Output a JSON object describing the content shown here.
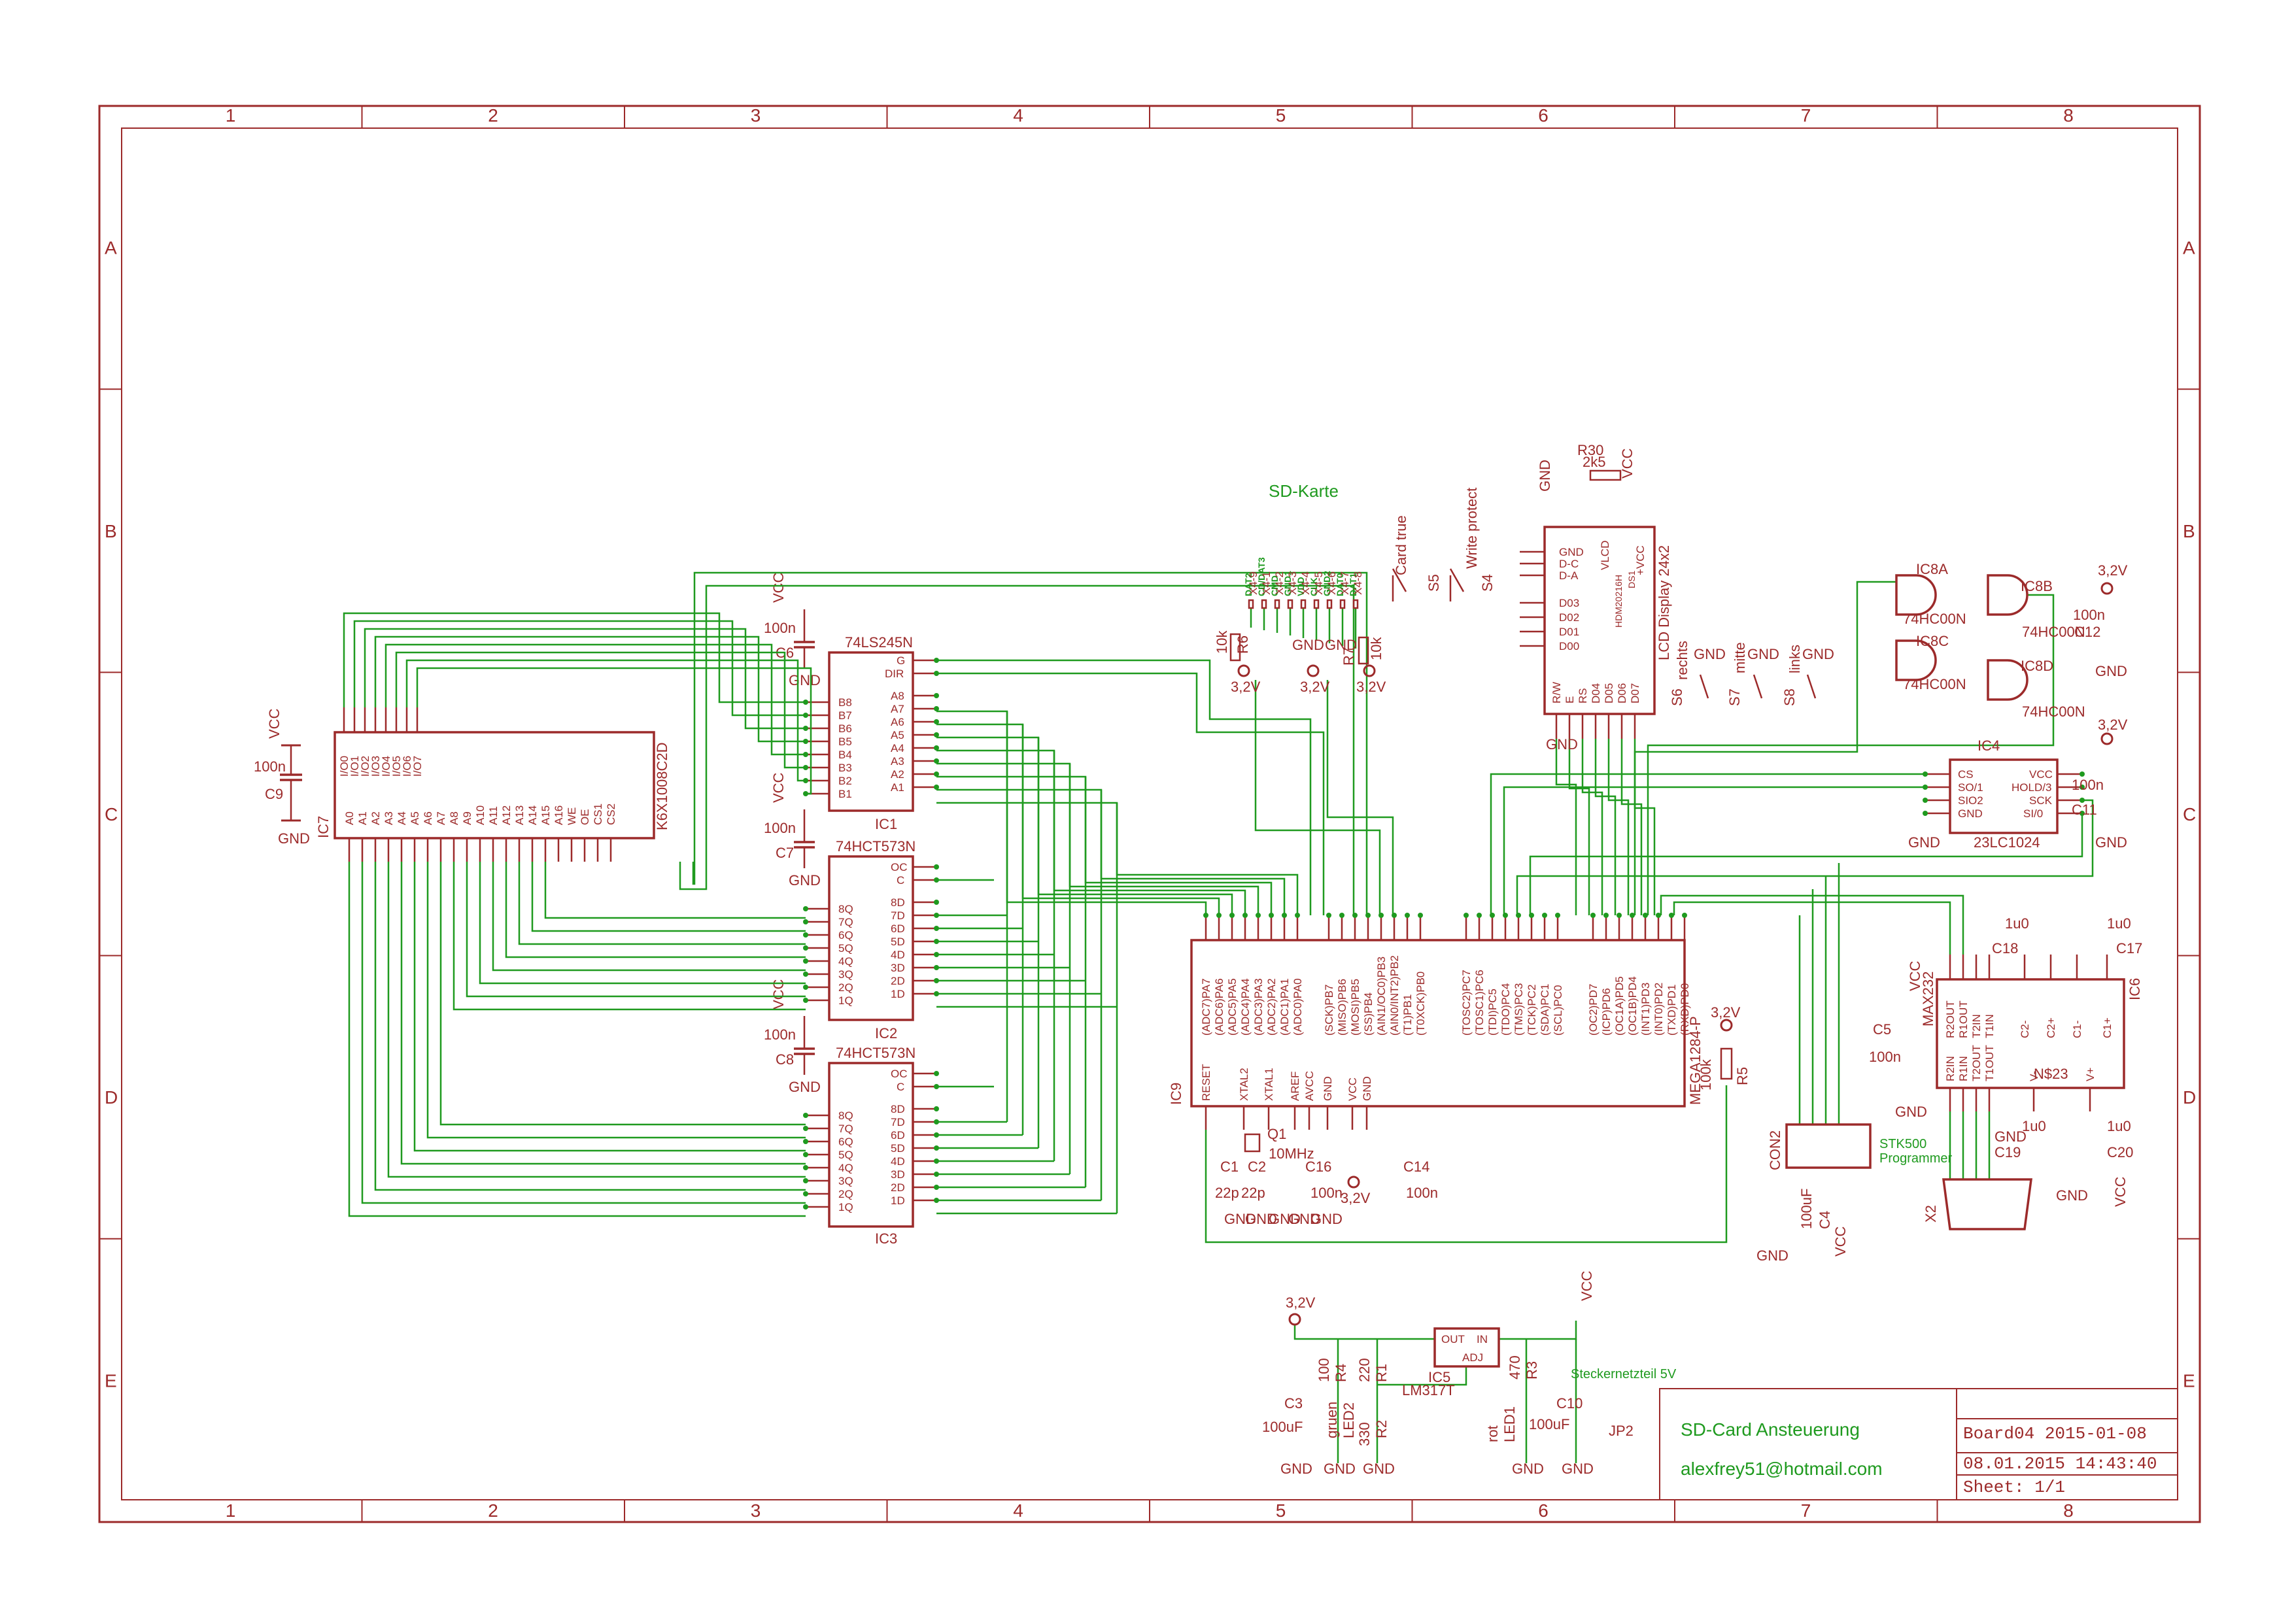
{
  "frame": {
    "columns": [
      "1",
      "2",
      "3",
      "4",
      "5",
      "6",
      "7",
      "8"
    ],
    "rows": [
      "A",
      "B",
      "C",
      "D",
      "E"
    ]
  },
  "title_block": {
    "title": "SD-Card Ansteuerung",
    "email": "alexfrey51@hotmail.com",
    "board": "Board04 2015-01-08",
    "date": "08.01.2015 14:43:40",
    "sheet": "Sheet: 1/1"
  },
  "labels": {
    "sd_karte": "SD-Karte",
    "stk500": "STK500",
    "programmer": "Programmer",
    "steckernetzteil": "Steckernetzteil 5V",
    "card_true": "Card true",
    "write_protect": "Write protect",
    "lcd_display": "LCD Display 24x2",
    "lcd_part": "HDM20216H",
    "lcd_ds": "DS1",
    "rechts": "rechts",
    "mitte": "mitte",
    "links": "links"
  },
  "sd_nets": [
    "DAT2",
    "CD/DAT3",
    "CMD",
    "GND1",
    "VDD",
    "CLK",
    "GND2",
    "DAT0",
    "DAT1"
  ],
  "sd_pins": [
    "X4-9",
    "X4-1",
    "X4-2",
    "X4-3",
    "X4-4",
    "X4-5",
    "X4-6",
    "X4-7",
    "X4-8"
  ],
  "ic7": {
    "name": "IC7",
    "part": "K6X1008C2D",
    "top_pins": [
      "I/O0",
      "I/O1",
      "I/O2",
      "I/O3",
      "I/O4",
      "I/O5",
      "I/O6",
      "I/O7"
    ],
    "bottom_pins": [
      "A0",
      "A1",
      "A2",
      "A3",
      "A4",
      "A5",
      "A6",
      "A7",
      "A8",
      "A9",
      "A10",
      "A11",
      "A12",
      "A13",
      "A14",
      "A15",
      "A16",
      "WE",
      "OE",
      "CS1",
      "CS2"
    ]
  },
  "ic1": {
    "name": "IC1",
    "part": "74LS245N",
    "left_pins": [
      "B8",
      "B7",
      "B6",
      "B5",
      "B4",
      "B3",
      "B2",
      "B1"
    ],
    "right_pins": [
      "G",
      "DIR",
      "A8",
      "A7",
      "A6",
      "A5",
      "A4",
      "A3",
      "A2",
      "A1"
    ]
  },
  "ic2": {
    "name": "IC2",
    "part": "74HCT573N",
    "left_pins": [
      "8Q",
      "7Q",
      "6Q",
      "5Q",
      "4Q",
      "3Q",
      "2Q",
      "1Q"
    ],
    "right_pins": [
      "OC",
      "C",
      "8D",
      "7D",
      "6D",
      "5D",
      "4D",
      "3D",
      "2D",
      "1D"
    ]
  },
  "ic3": {
    "name": "IC3",
    "part": "74HCT573N",
    "left_pins": [
      "8Q",
      "7Q",
      "6Q",
      "5Q",
      "4Q",
      "3Q",
      "2Q",
      "1Q"
    ],
    "right_pins": [
      "OC",
      "C",
      "8D",
      "7D",
      "6D",
      "5D",
      "4D",
      "3D",
      "2D",
      "1D"
    ]
  },
  "ic9": {
    "name": "IC9",
    "part": "MEGA1284-P",
    "top_pins": [
      "(ADC7)PA7",
      "(ADC6)PA6",
      "(ADC5)PA5",
      "(ADC4)PA4",
      "(ADC3)PA3",
      "(ADC2)PA2",
      "(ADC1)PA1",
      "(ADC0)PA0",
      "(SCK)PB7",
      "(MISO)PB6",
      "(MOSI)PB5",
      "(SS)PB4",
      "(AIN1/OC0)PB3",
      "(AIN0/INT2)PB2",
      "(T1)PB1",
      "(T0XCK)PB0",
      "(TOSC2)PC7",
      "(TOSC1)PC6",
      "(TDI)PC5",
      "(TDO)PC4",
      "(TMS)PC3",
      "(TCK)PC2",
      "(SDA)PC1",
      "(SCL)PC0",
      "(OC2)PD7",
      "(ICP)PD6",
      "(OC1A)PD5",
      "(OC1B)PD4",
      "(INT1)PD3",
      "(INT0)PD2",
      "(TXD)PD1",
      "(RXD)PD0"
    ],
    "bottom_pins": [
      "RESET",
      "XTAL2",
      "XTAL1",
      "AREF",
      "AVCC",
      "GND",
      "VCC",
      "GND"
    ]
  },
  "ic4": {
    "name": "IC4",
    "part": "23LC1024",
    "left_pins": [
      "CS",
      "SO/1",
      "SIO2",
      "GND"
    ],
    "right_pins": [
      "VCC",
      "HOLD/3",
      "SCK",
      "SI/0"
    ]
  },
  "ic6": {
    "name": "IC6",
    "part": "MAX232",
    "top_pins": [
      "R2OUT",
      "R1OUT",
      "T2IN",
      "T1IN",
      "C2-",
      "C2+",
      "C1-",
      "C1+"
    ],
    "bottom_pins": [
      "R2IN",
      "R1IN",
      "T2OUT",
      "T1OUT",
      "V-",
      "V+"
    ],
    "center": "N$23"
  },
  "ic8": {
    "parts": [
      "IC8A",
      "IC8B",
      "IC8C",
      "IC8D"
    ],
    "part": "74HC00N"
  },
  "ic5": {
    "name": "IC5",
    "part": "LM317T",
    "pins": [
      "OUT",
      "IN",
      "ADJ"
    ]
  },
  "lcd_pins": [
    "GND",
    "D-C",
    "D-A",
    "D03",
    "D02",
    "D01",
    "D00",
    "R/W",
    "E",
    "RS",
    "D04",
    "D05",
    "D06",
    "D07",
    "VLCD",
    "+VCC"
  ],
  "components": {
    "r30": "R30",
    "r30_val": "2k5",
    "c6": "C6",
    "c7": "C7",
    "c8": "C8",
    "c9": "C9",
    "c1": "C1",
    "c2": "C2",
    "c14": "C14",
    "c16": "C16",
    "c11": "C11",
    "c12": "C12",
    "c17": "C17",
    "c18": "C18",
    "c19": "C19",
    "c20": "C20",
    "c5": "C5",
    "c4": "C4",
    "c3": "C3",
    "c10": "C10",
    "q1": "Q1",
    "q1_val": "10MHz",
    "r5": "R5",
    "r5_val": "100k",
    "r6": "R6",
    "r7": "R7",
    "r_10k": "10k",
    "r1": "R1",
    "r1_val": "220",
    "r2": "R2",
    "r2_val": "330",
    "r3": "R3",
    "r3_val": "470",
    "r4": "R4",
    "r4_val": "100",
    "led1": "LED1",
    "led1_col": "rot",
    "led2": "LED2",
    "led2_col": "gruen",
    "jp2": "JP2",
    "x2": "X2",
    "con2": "CON2",
    "s4": "S4",
    "s5": "S5",
    "s6": "S6",
    "s7": "S7",
    "s8": "S8"
  },
  "values": {
    "100n": "100n",
    "22p": "22p",
    "1u0": "1u0",
    "100uF": "100uF",
    "vcc": "VCC",
    "gnd": "GND",
    "v33": "3,2V"
  }
}
